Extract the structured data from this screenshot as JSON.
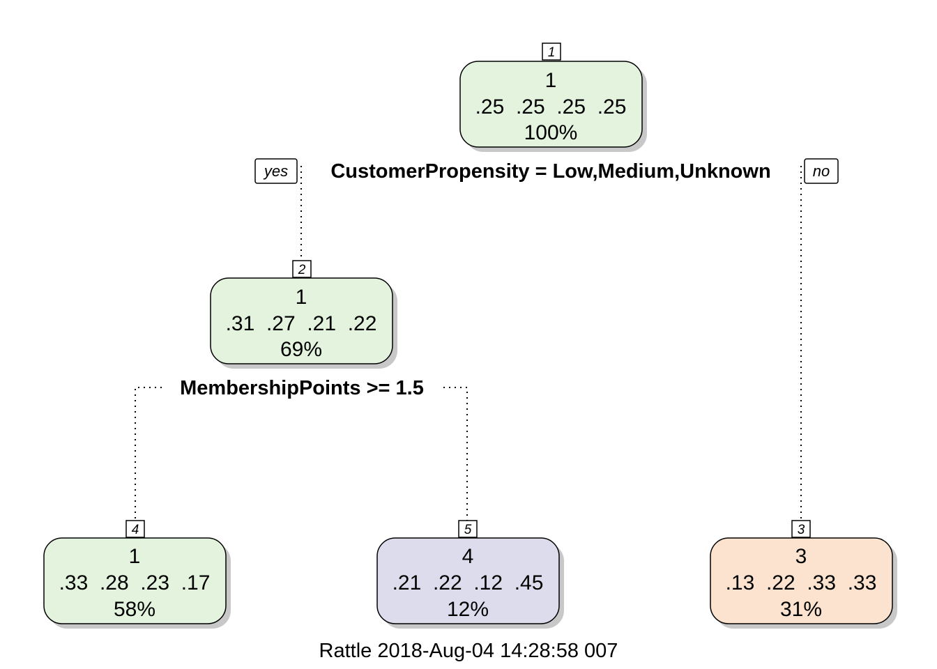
{
  "colors": {
    "class1": "#e3f3de",
    "class3": "#fbe3cf",
    "class4": "#dcdced",
    "border": "#000000",
    "shadow": "#c8c8c8"
  },
  "nodes": {
    "n1": {
      "id": "1",
      "pred": "1",
      "probs": ".25  .25  .25  .25",
      "pct": "100%",
      "color": "class1"
    },
    "n2": {
      "id": "2",
      "pred": "1",
      "probs": ".31  .27  .21  .22",
      "pct": "69%",
      "color": "class1"
    },
    "n3": {
      "id": "3",
      "pred": "3",
      "probs": ".13  .22  .33  .33",
      "pct": "31%",
      "color": "class3"
    },
    "n4": {
      "id": "4",
      "pred": "1",
      "probs": ".33  .28  .23  .17",
      "pct": "58%",
      "color": "class1"
    },
    "n5": {
      "id": "5",
      "pred": "4",
      "probs": ".21  .22  .12  .45",
      "pct": "12%",
      "color": "class4"
    }
  },
  "splits": {
    "s1": "CustomerPropensity = Low,Medium,Unknown",
    "s2": "MembershipPoints >= 1.5"
  },
  "labels": {
    "yes": "yes",
    "no": "no"
  },
  "footer": "Rattle 2018-Aug-04 14:28:58 007"
}
